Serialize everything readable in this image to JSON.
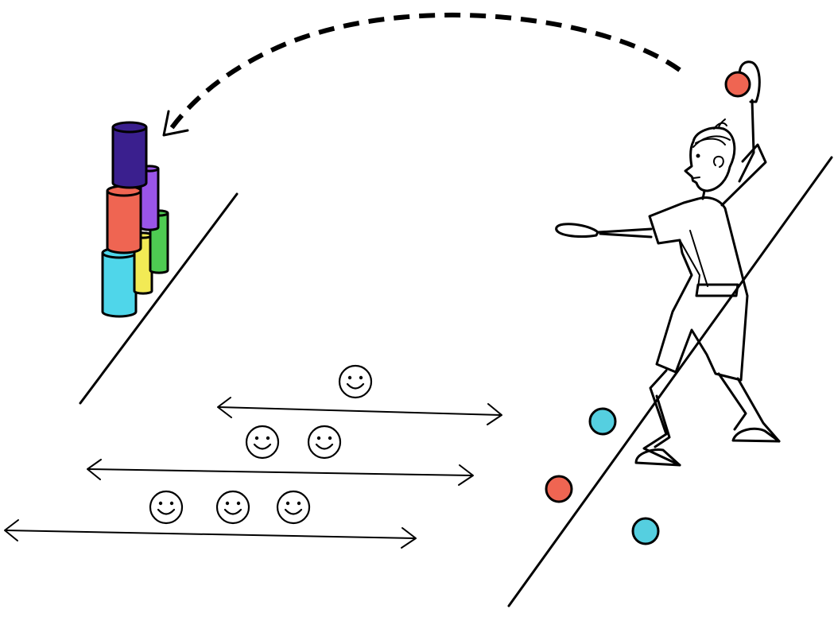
{
  "scene": {
    "colors": {
      "ink": "#000000",
      "can_cyan": "#4fd6ea",
      "can_yellow": "#f2ea55",
      "can_green": "#4ecb52",
      "can_red": "#ef6552",
      "can_purple": "#9a55e8",
      "can_navy": "#3a1f8e",
      "ball_red": "#ef6552",
      "ball_blue": "#55cfe0"
    },
    "icons": {
      "smiley": "smiley-face-icon",
      "arrow": "double-headed-arrow-icon",
      "throw_path": "dashed-curved-arrow-icon"
    },
    "cans": [
      {
        "color": "#4fd6ea"
      },
      {
        "color": "#f2ea55"
      },
      {
        "color": "#4ecb52"
      },
      {
        "color": "#ef6552"
      },
      {
        "color": "#9a55e8"
      },
      {
        "color": "#3a1f8e"
      }
    ],
    "rows": [
      {
        "smiley_count": 1
      },
      {
        "smiley_count": 2
      },
      {
        "smiley_count": 3
      }
    ],
    "balls_on_ground": [
      {
        "color": "#55cfe0"
      },
      {
        "color": "#ef6552"
      },
      {
        "color": "#55cfe0"
      }
    ],
    "ball_in_hand": {
      "color": "#ef6552"
    }
  }
}
